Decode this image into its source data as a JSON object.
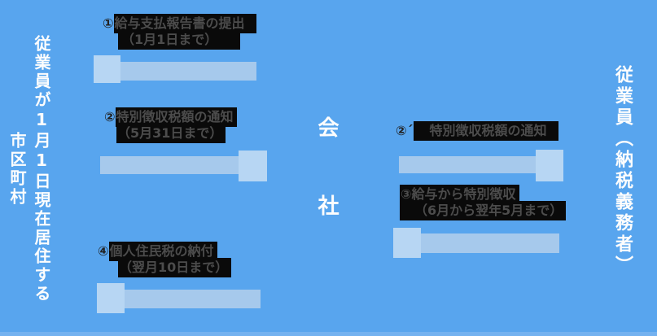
{
  "canvas": {
    "background": "#58a5ee",
    "arrow_body_color": "#a6c9ec",
    "arrow_head_color": "#b7d6f3",
    "highlight_color": "#0a0a0a",
    "label_text_color": "#fdfdfd"
  },
  "labels": {
    "municipality": "従業員が1月1日現在居住する市区町村",
    "company": "会社",
    "employee": "従業員（納税義務者）"
  },
  "steps": {
    "step1": {
      "number": "①",
      "title": "給与支払報告書の提出",
      "deadline": "（1月1日まで）",
      "arrow_direction": "left",
      "from": "会社",
      "to": "市区町村"
    },
    "step2": {
      "number": "②",
      "title": "特別徴収税額の通知",
      "deadline": "（5月31日まで）",
      "arrow_direction": "right",
      "from": "市区町村",
      "to": "会社"
    },
    "step2dash": {
      "number": "②´",
      "title": "特別徴収税額の通知",
      "arrow_direction": "right",
      "from": "会社",
      "to": "従業員"
    },
    "step3": {
      "number": "③",
      "title": "給与から特別徴収",
      "deadline": "（6月から翌年5月まで）",
      "arrow_direction": "left",
      "from": "従業員",
      "to": "会社"
    },
    "step4": {
      "number": "④",
      "title": "個人住民税の納付",
      "deadline": "（翌月10日まで）",
      "arrow_direction": "left",
      "from": "会社",
      "to": "市区町村"
    }
  }
}
